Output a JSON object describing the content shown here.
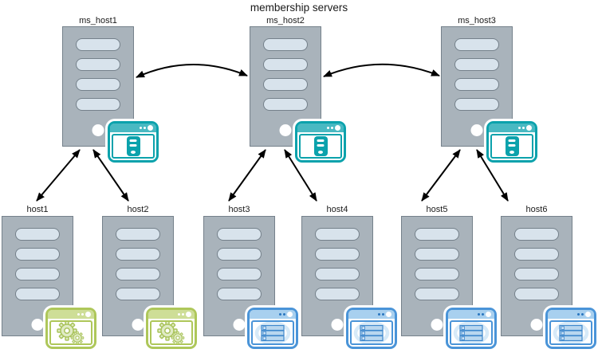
{
  "title": "membership servers",
  "membership_servers": [
    {
      "label": "ms_host1",
      "app_icon": "membership-server-window"
    },
    {
      "label": "ms_host2",
      "app_icon": "membership-server-window"
    },
    {
      "label": "ms_host3",
      "app_icon": "membership-server-window"
    }
  ],
  "hosts": [
    {
      "label": "host1",
      "app_icon": "gears-window"
    },
    {
      "label": "host2",
      "app_icon": "gears-window"
    },
    {
      "label": "host3",
      "app_icon": "storage-window"
    },
    {
      "label": "host4",
      "app_icon": "storage-window"
    },
    {
      "label": "host5",
      "app_icon": "storage-window"
    },
    {
      "label": "host6",
      "app_icon": "storage-window"
    }
  ],
  "connections": {
    "style": "bidirectional-arrows",
    "server_to_server": [
      [
        "ms_host1",
        "ms_host2"
      ],
      [
        "ms_host2",
        "ms_host3"
      ]
    ],
    "server_to_host": [
      [
        "ms_host1",
        "host1"
      ],
      [
        "ms_host1",
        "host2"
      ],
      [
        "ms_host2",
        "host3"
      ],
      [
        "ms_host2",
        "host4"
      ],
      [
        "ms_host3",
        "host5"
      ],
      [
        "ms_host3",
        "host6"
      ]
    ]
  },
  "colors": {
    "tower_fill": "#a9b3bb",
    "tower_outline": "#75818b",
    "slot_fill": "#d8e3ec",
    "teal_accent": "#0ba2ac",
    "green_accent": "#aec75a",
    "blue_accent": "#4a94d8",
    "arrow": "#000000"
  }
}
